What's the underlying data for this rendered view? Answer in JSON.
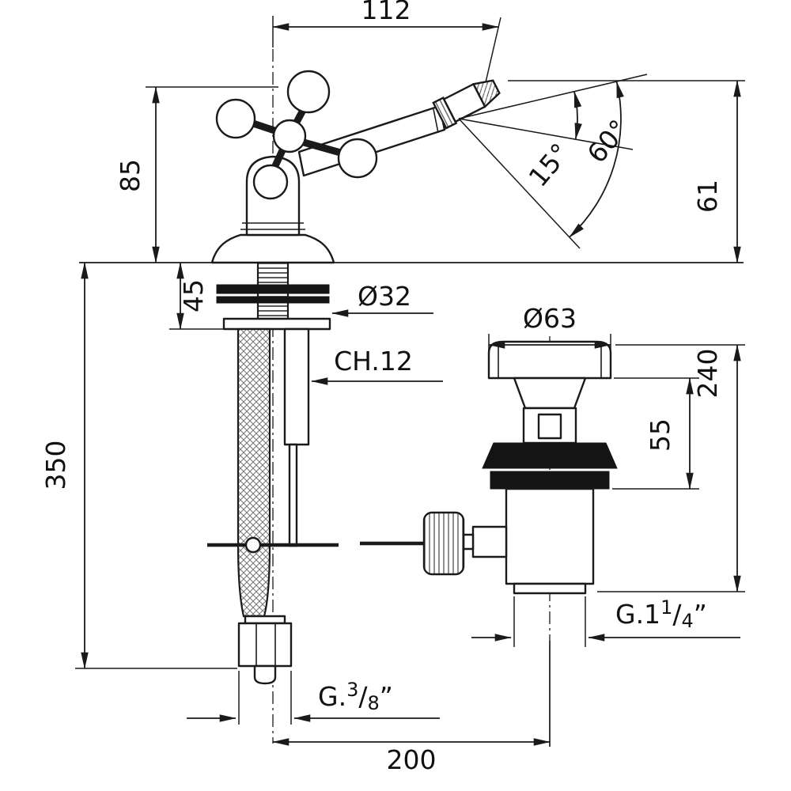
{
  "drawing": {
    "kind": "bidet-mixer-with-popup-waste-dimensioned-drawing",
    "units": "mm",
    "colors": {
      "line": "#1a1a1a",
      "dark_fill": "#141414",
      "background": "#ffffff"
    },
    "dims": {
      "spout_reach": "112",
      "body_height": "85",
      "deck_max": "45",
      "supply_length": "350",
      "shank_dia": "Ø32",
      "hex": "CH.12",
      "waste_flange_dia": "Ø63",
      "waste_height": "240",
      "waste_top": "55",
      "aerator_drop": "61",
      "tilt_angle": "15°",
      "swivel_angle": "60°",
      "centres": "200",
      "waste_thread": {
        "prefix": "G.1",
        "num": "1",
        "slash": "/",
        "den": "4",
        "suffix": "”"
      },
      "supply_thread": {
        "prefix": "G.",
        "num": "3",
        "slash": "/",
        "den": "8",
        "suffix": "”"
      }
    }
  }
}
